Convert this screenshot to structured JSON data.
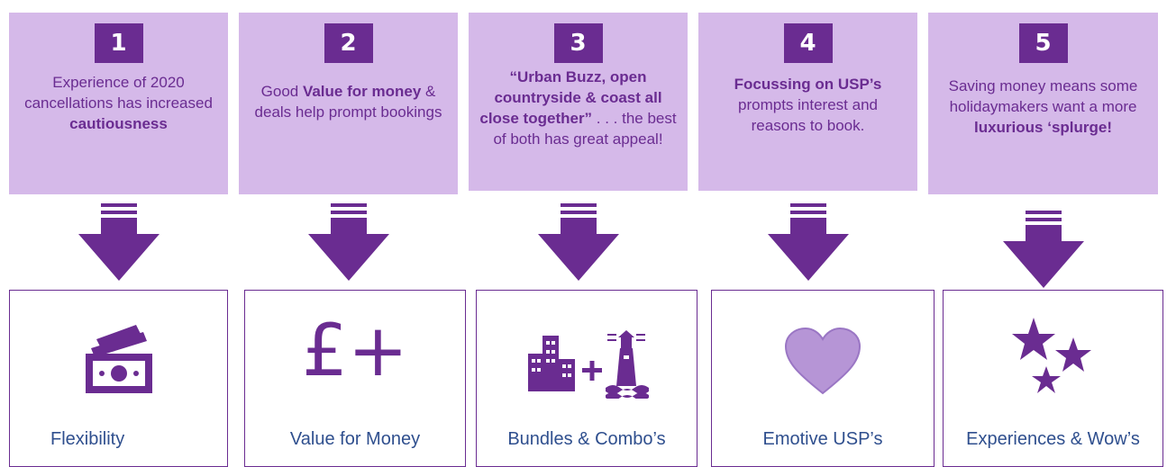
{
  "steps": [
    {
      "number": "1",
      "text_parts": [
        "Experience of 2020 cancellations has increased ",
        "cautiousness"
      ],
      "label": "Flexibility",
      "icon": "money-icon"
    },
    {
      "number": "2",
      "text_parts": [
        "Good ",
        "Value for money",
        " & deals help prompt bookings"
      ],
      "label": "Value for Money",
      "icon": "pound-plus-icon",
      "icon_text": "£+"
    },
    {
      "number": "3",
      "text_parts": [
        "“Urban Buzz, open countryside & coast all close together”",
        " . . . the best of both has great appeal!"
      ],
      "label": "Bundles & Combo’s",
      "icon": "city-lighthouse-icon"
    },
    {
      "number": "4",
      "text_parts": [
        "Focussing on USP’s",
        " prompts interest and reasons to book."
      ],
      "label": "Emotive USP’s",
      "icon": "heart-icon"
    },
    {
      "number": "5",
      "text_parts": [
        "Saving money means some holidaymakers want a more ",
        "luxurious ‘splurge!"
      ],
      "label": "Experiences & Wow’s",
      "icon": "stars-icon"
    }
  ],
  "colors": {
    "top_box": "#d5b9e9",
    "badge": "#6a2c91",
    "text": "#6a2c91",
    "arrow": "#6a2c91",
    "label": "#2f4f8e",
    "heart": "#b695d6"
  }
}
